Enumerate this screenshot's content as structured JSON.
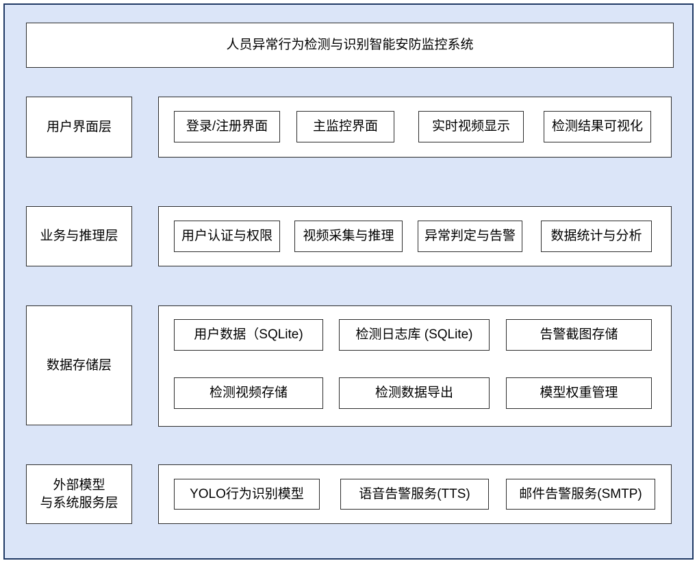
{
  "diagram": {
    "title": "人员异常行为检测与识别智能安防监控系统",
    "colors": {
      "panel_background": "#dbe5f8",
      "outer_border": "#1f3864",
      "box_border": "#2b2b2b",
      "box_fill": "#ffffff",
      "text": "#000000"
    },
    "layers": [
      {
        "label": "用户界面层",
        "boxes": [
          "登录/注册界面",
          "主监控界面",
          "实时视频显示",
          "检测结果可视化"
        ]
      },
      {
        "label": "业务与推理层",
        "boxes": [
          "用户认证与权限",
          "视频采集与推理",
          "异常判定与告警",
          "数据统计与分析"
        ]
      },
      {
        "label": "数据存储层",
        "rows": [
          [
            "用户数据（SQLite)",
            "检测日志库 (SQLite)",
            "告警截图存储"
          ],
          [
            "检测视频存储",
            "检测数据导出",
            "模型权重管理"
          ]
        ]
      },
      {
        "label": "外部模型\n与系统服务层",
        "boxes": [
          "YOLO行为识别模型",
          "语音告警服务(TTS)",
          "邮件告警服务(SMTP)"
        ]
      }
    ]
  }
}
